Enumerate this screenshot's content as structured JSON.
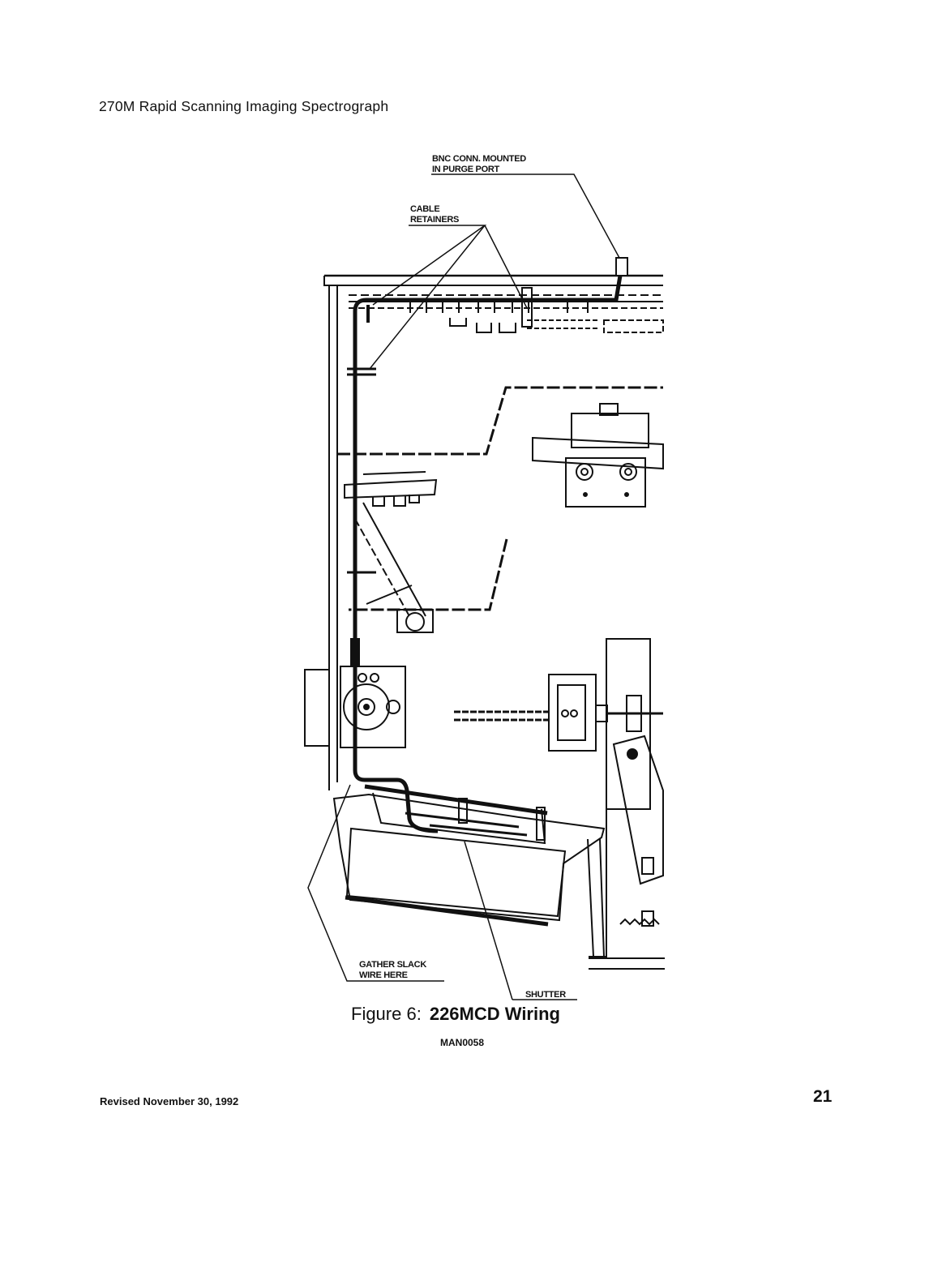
{
  "header": {
    "running_title": "270M Rapid Scanning Imaging Spectrograph"
  },
  "figure": {
    "callouts": {
      "bnc_line1": "BNC CONN. MOUNTED",
      "bnc_line2": "IN PURGE PORT",
      "cable_line1": "CABLE",
      "cable_line2": "RETAINERS",
      "slack_line1": "GATHER SLACK",
      "slack_line2": "WIRE HERE",
      "shutter": "SHUTTER"
    },
    "caption_label": "Figure 6:",
    "caption_title": "226MCD Wiring",
    "drawing_id": "MAN0058"
  },
  "footer": {
    "revised": "Revised November 30, 1992",
    "page_number": "21"
  }
}
